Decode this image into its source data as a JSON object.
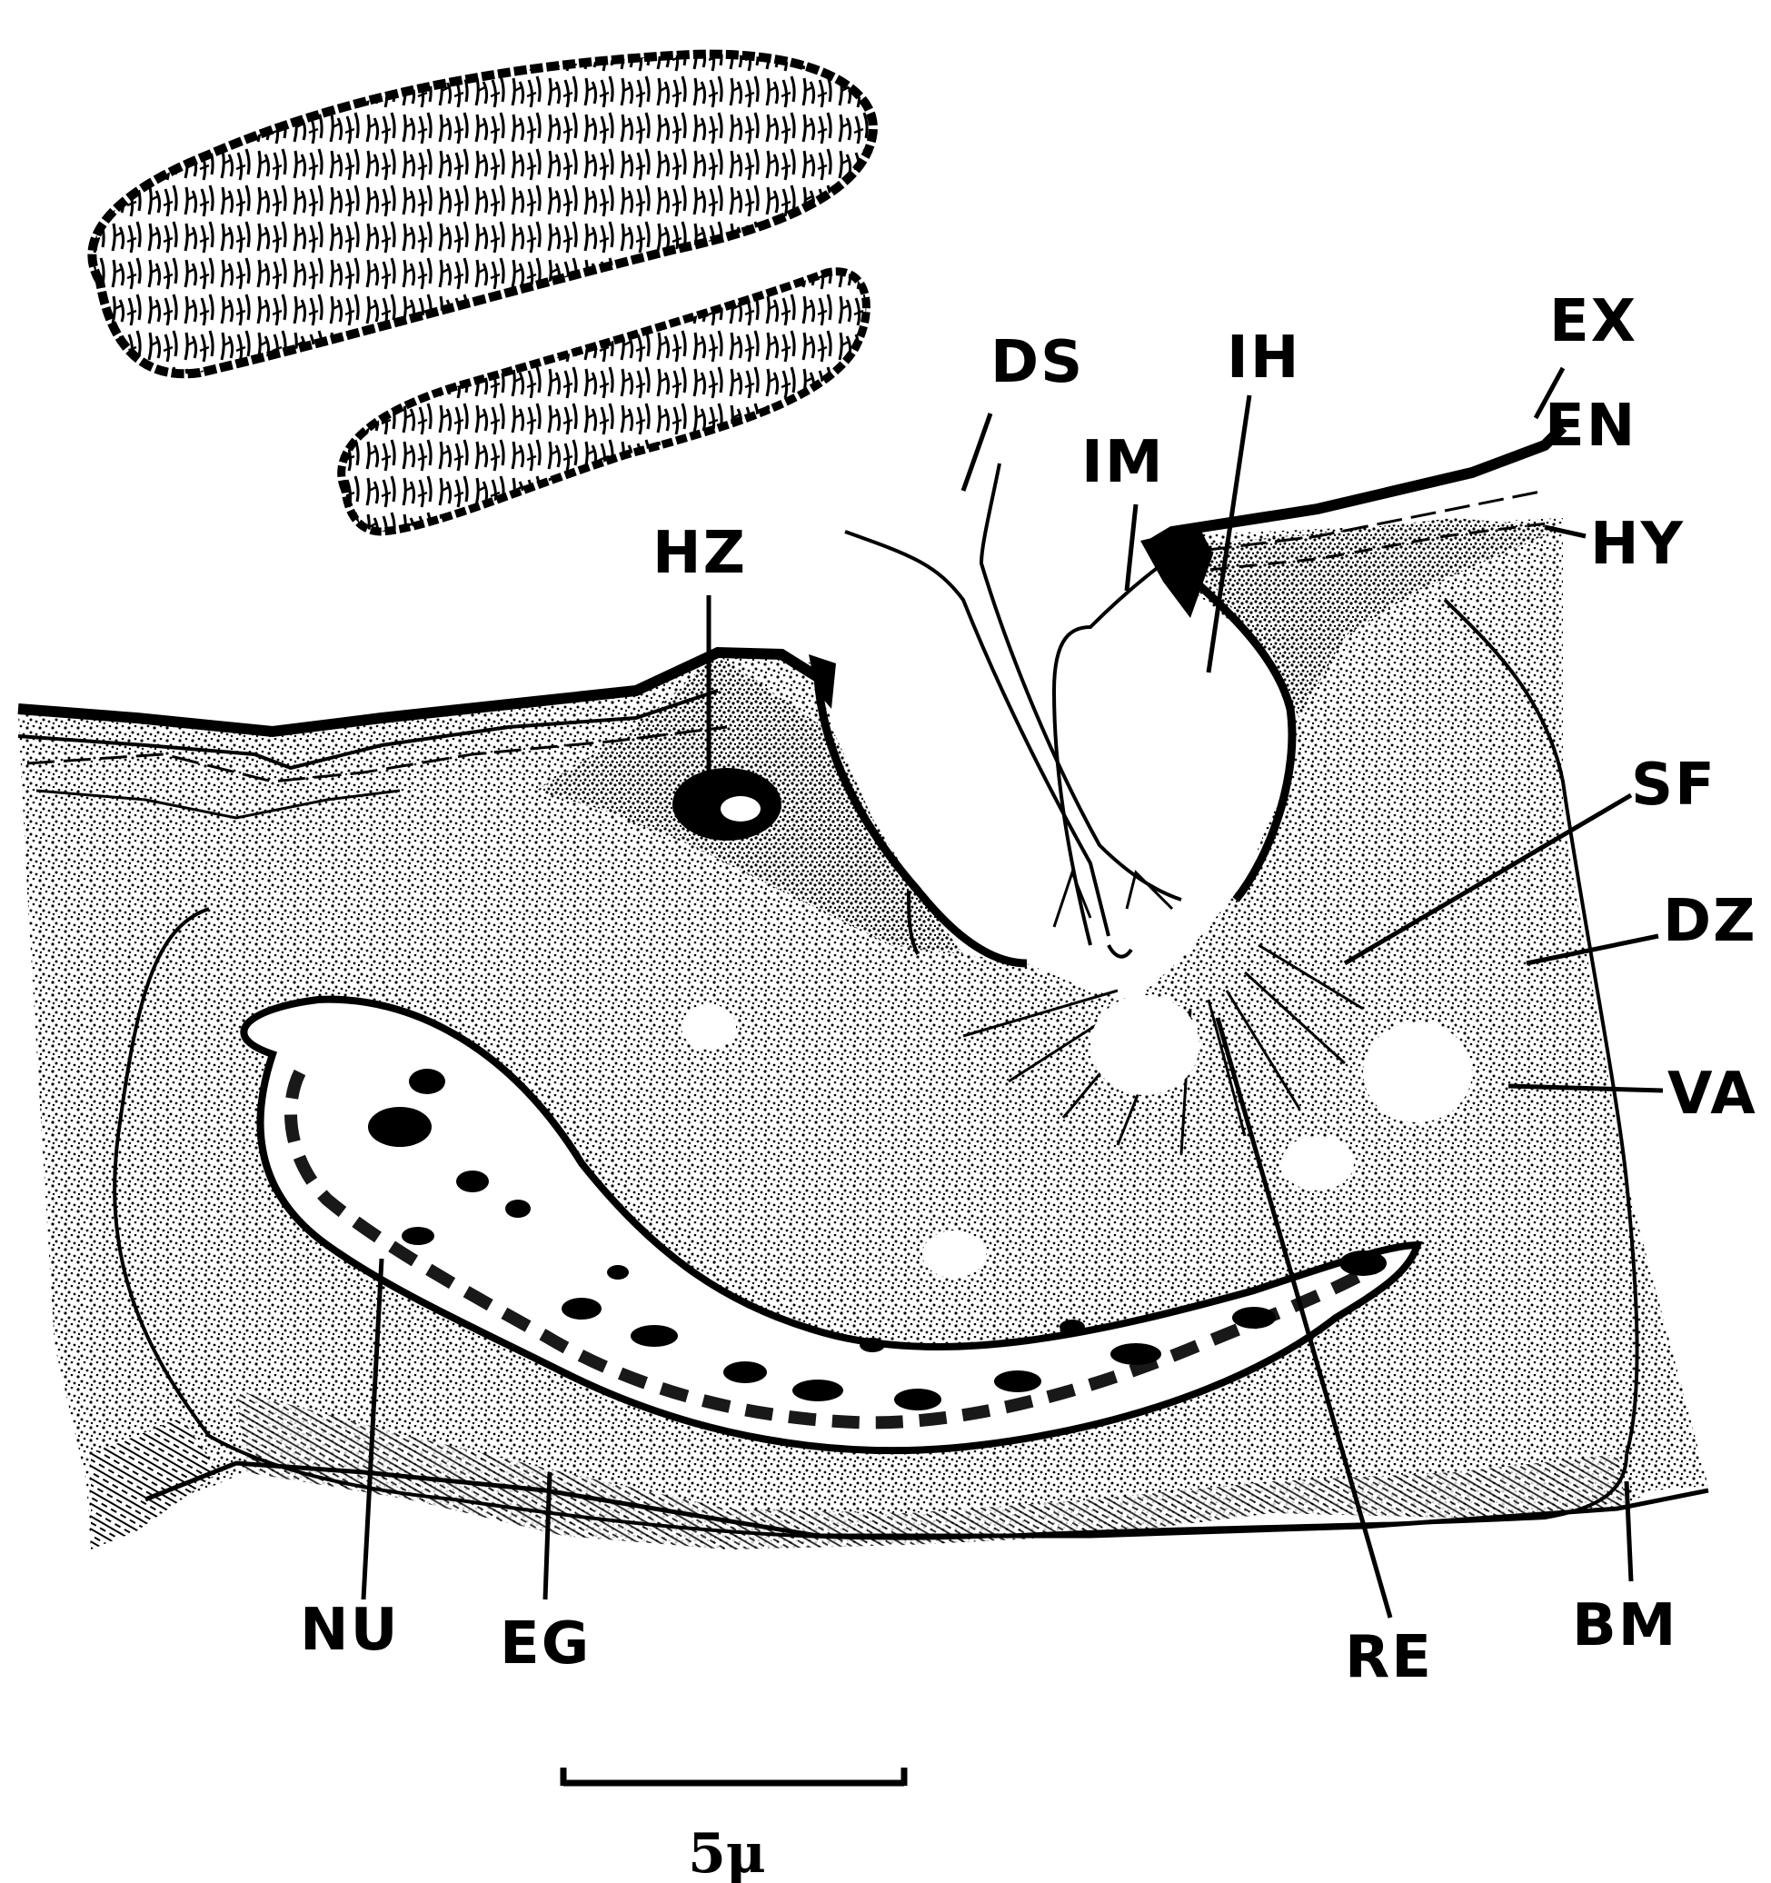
{
  "figure": {
    "labels": {
      "ds": "DS",
      "ih": "IH",
      "ex": "EX",
      "en": "EN",
      "im": "IM",
      "hy": "HY",
      "hz": "HZ",
      "sf": "SF",
      "dz": "DZ",
      "va": "VA",
      "nu": "NU",
      "eg": "EG",
      "re": "RE",
      "bm": "BM"
    },
    "scale_bar": {
      "label": "5μ"
    }
  },
  "colors": {
    "ink": "#000000",
    "paper": "#ffffff"
  }
}
